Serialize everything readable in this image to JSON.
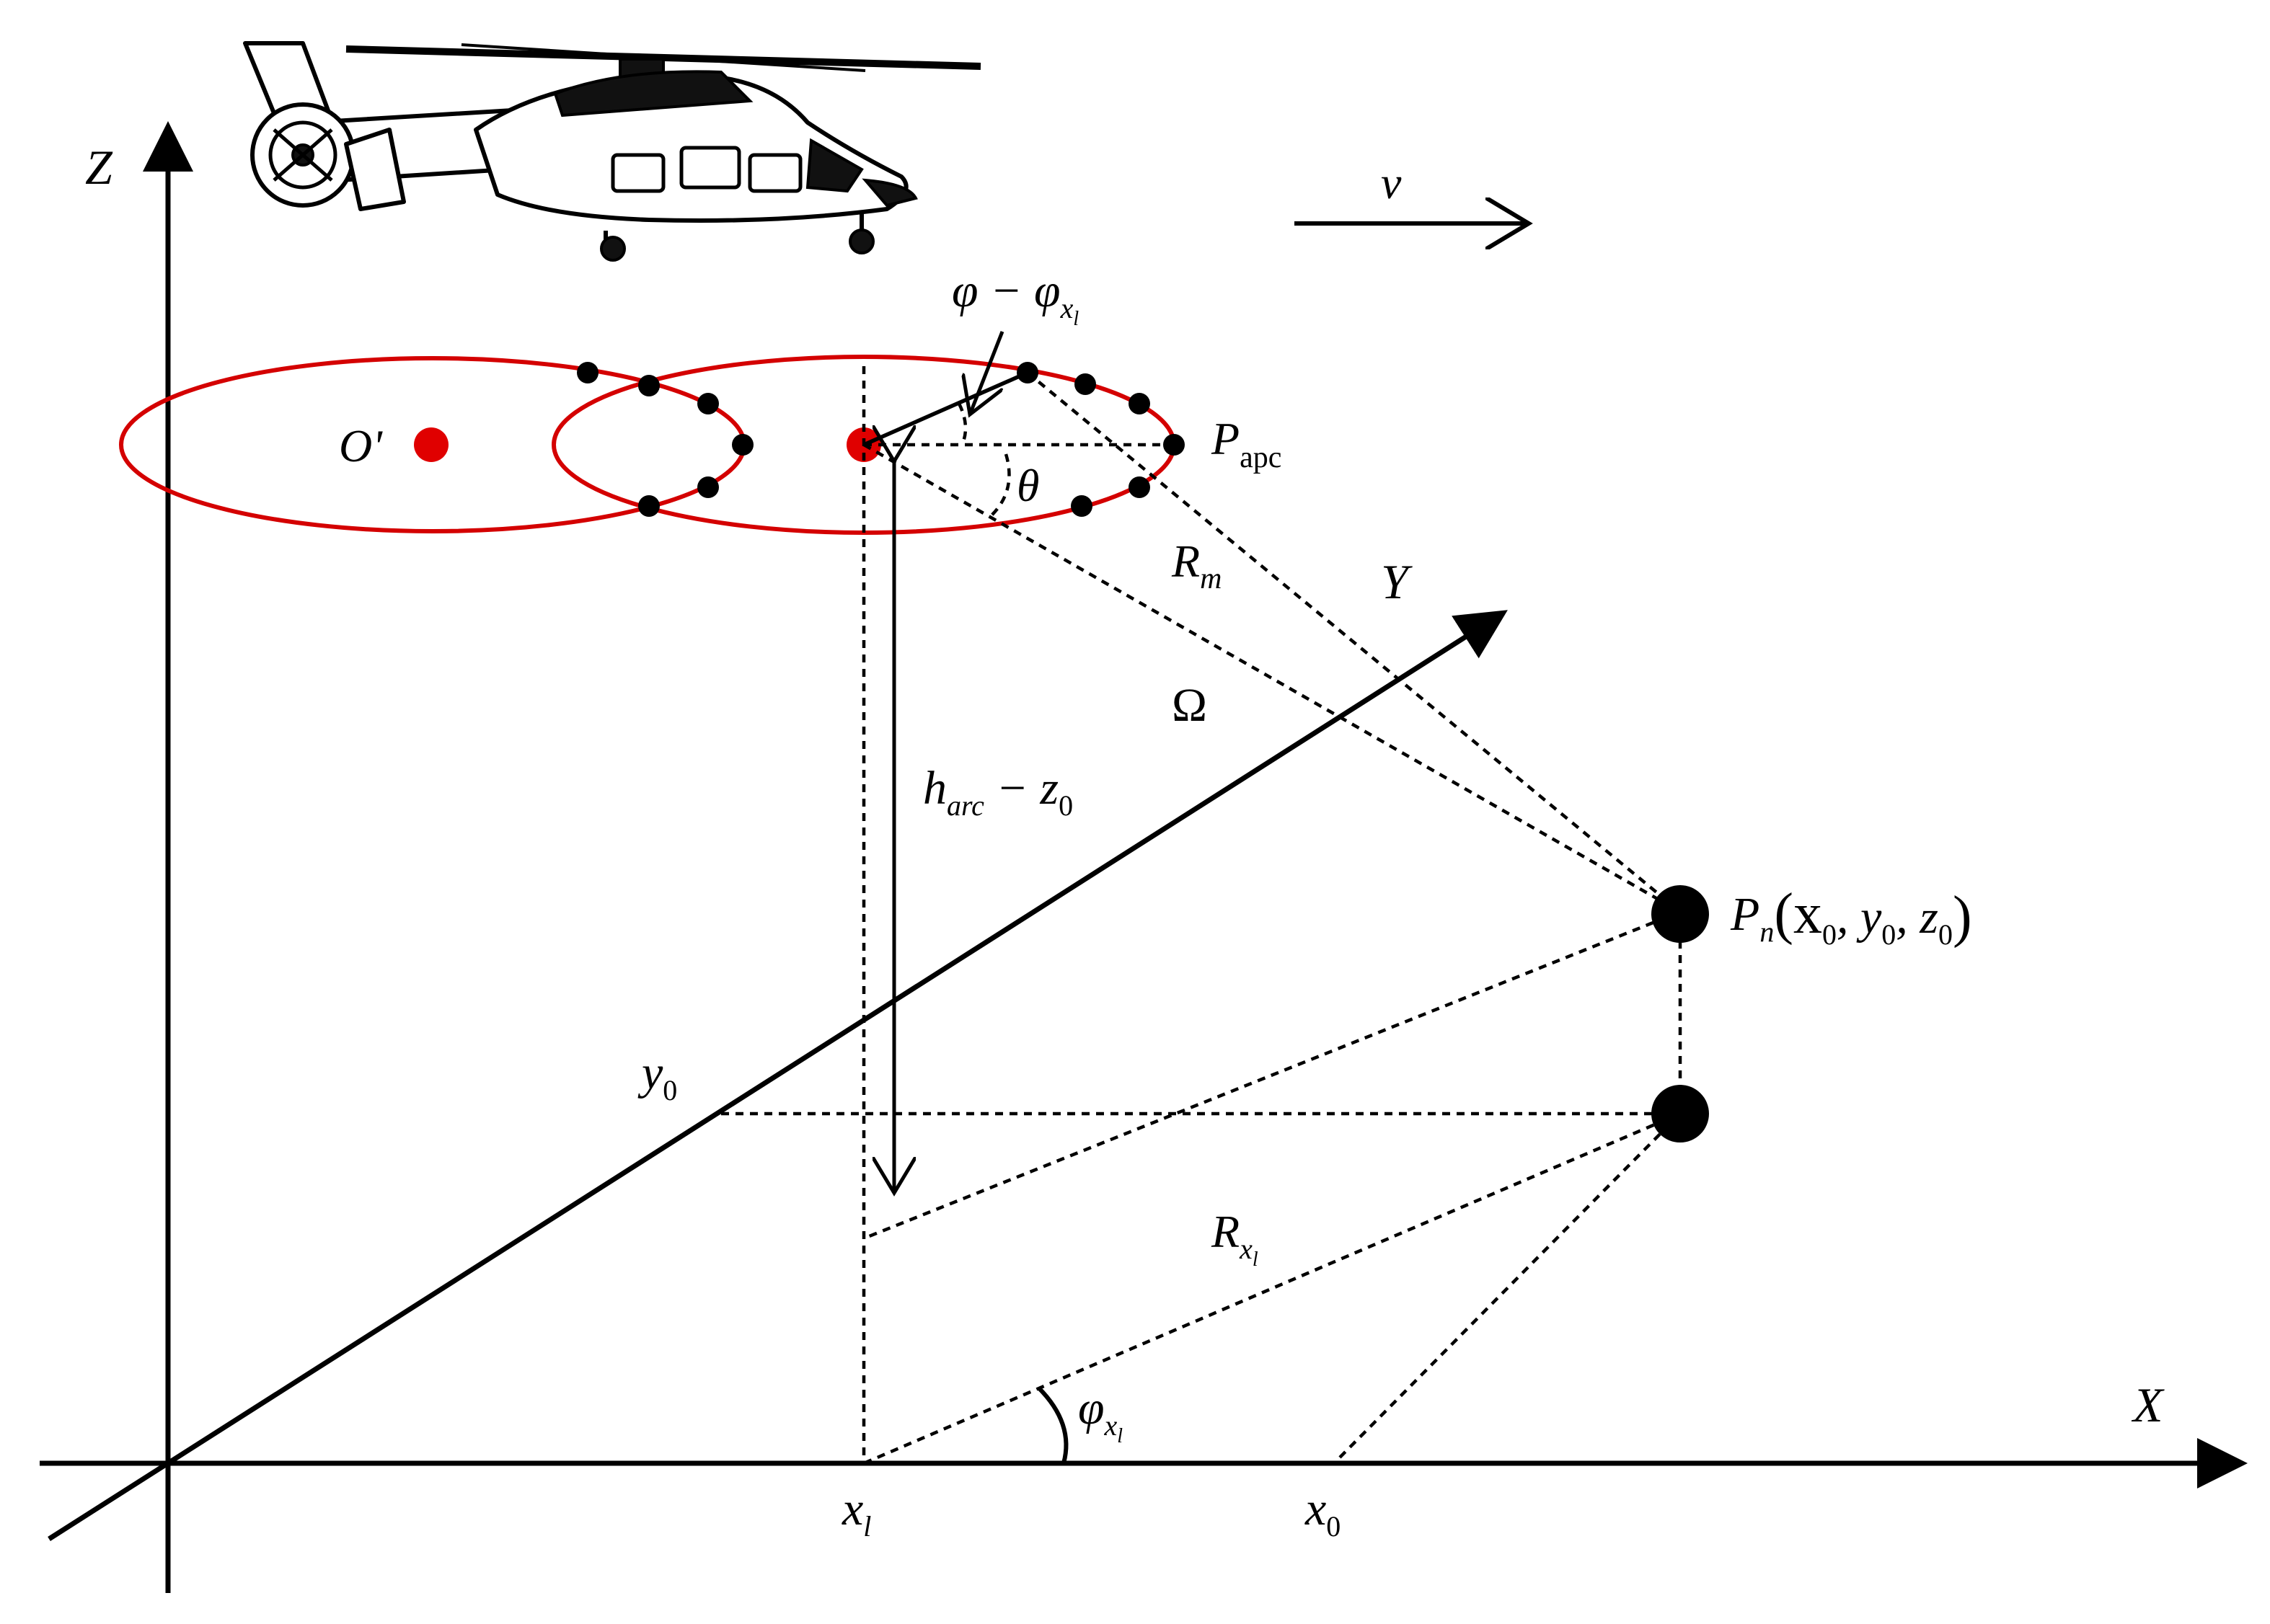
{
  "axes": {
    "z": "Z",
    "x": "X",
    "y": "Y"
  },
  "velocity": "v",
  "origin_prime": "O'",
  "apc": {
    "main": "P",
    "sub": "apc"
  },
  "angle_diff": {
    "phi": "φ − φ",
    "sub": "x",
    "subsub": "l"
  },
  "theta": "θ",
  "Rm": {
    "main": "R",
    "sub": "m"
  },
  "omega": "Ω",
  "height": {
    "h": "h",
    "sub": "arc",
    "rest": " − z",
    "zsub": "0"
  },
  "target": {
    "P": "P",
    "sub": "n",
    "coords": "(x",
    "x0sub": "0",
    "c2": ", y",
    "y0sub": "0",
    "c3": ", z",
    "z0sub": "0",
    "close": ")"
  },
  "y0": {
    "main": "y",
    "sub": "0"
  },
  "Rxl": {
    "main": "R",
    "sub": "x",
    "subsub": "l"
  },
  "phi_xl": {
    "main": "φ",
    "sub": "x",
    "subsub": "l"
  },
  "xl": {
    "main": "x",
    "sub": "l"
  },
  "x0": {
    "main": "x",
    "sub": "0"
  },
  "colors": {
    "ellipse": "#d40000",
    "lines": "#000000"
  }
}
